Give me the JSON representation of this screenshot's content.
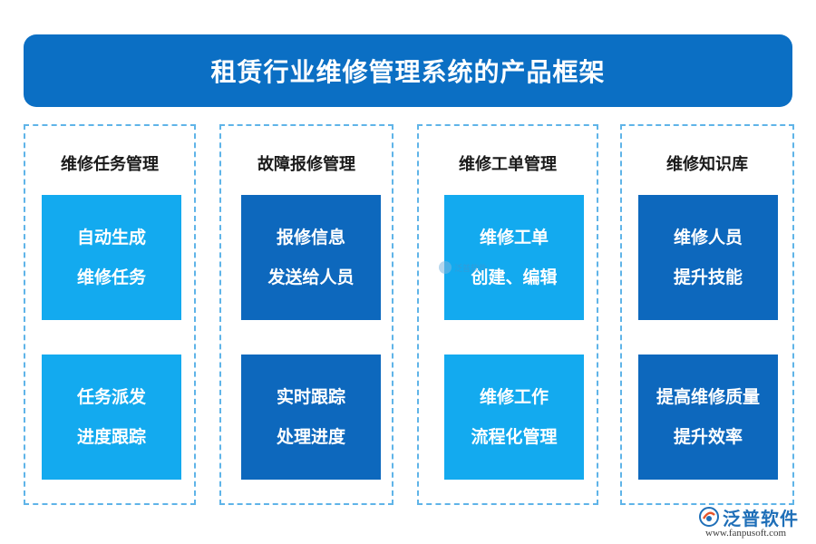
{
  "title": "租赁行业维修管理系统的产品框架",
  "columns": [
    {
      "heading": "维修任务管理",
      "cards": [
        {
          "line1": "自动生成",
          "line2": "维修任务"
        },
        {
          "line1": "任务派发",
          "line2": "进度跟踪"
        }
      ]
    },
    {
      "heading": "故障报修管理",
      "cards": [
        {
          "line1": "报修信息",
          "line2": "发送给人员"
        },
        {
          "line1": "实时跟踪",
          "line2": "处理进度"
        }
      ]
    },
    {
      "heading": "维修工单管理",
      "cards": [
        {
          "line1": "维修工单",
          "line2": "创建、编辑"
        },
        {
          "line1": "维修工作",
          "line2": "流程化管理"
        }
      ]
    },
    {
      "heading": "维修知识库",
      "cards": [
        {
          "line1": "维修人员",
          "line2": "提升技能"
        },
        {
          "line1": "提高维修质量",
          "line2": "提升效率"
        }
      ]
    }
  ],
  "watermark": "泛普软件",
  "brand": {
    "name": "泛普软件",
    "url": "www.fanpusoft.com"
  },
  "colors": {
    "title_bg": "#0b6fc4",
    "card_light": "#13aaef",
    "card_dark": "#0d68bd",
    "column_border": "#5fb4e8"
  }
}
